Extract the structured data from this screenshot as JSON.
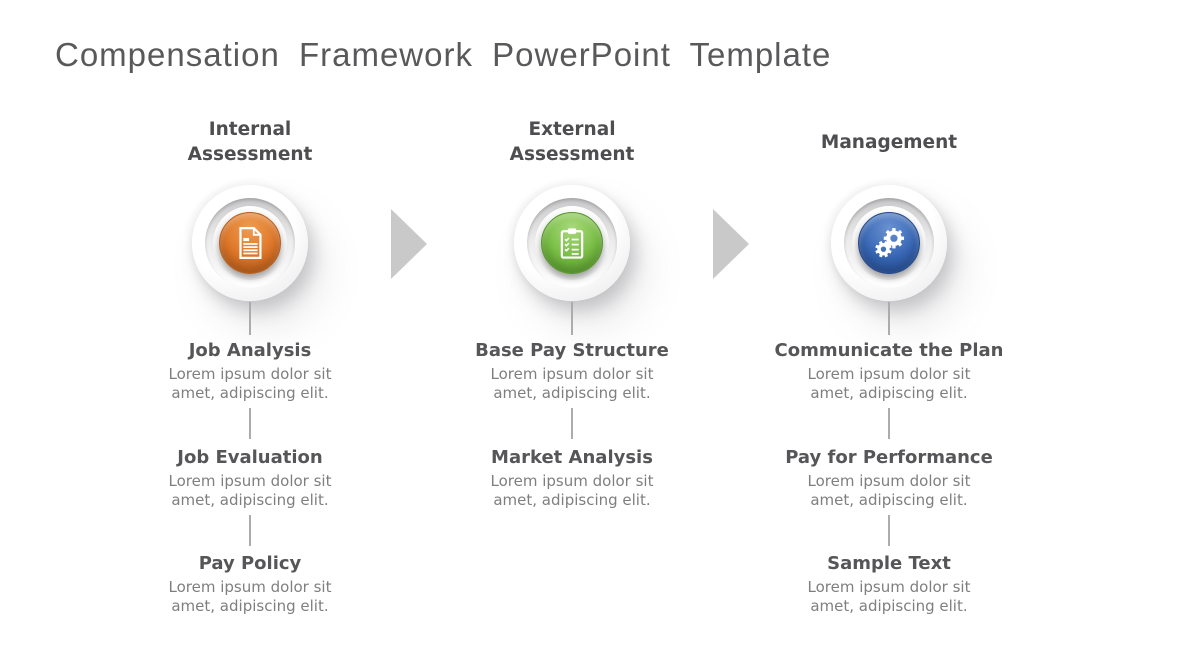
{
  "title": "Compensation Framework PowerPoint Template",
  "colors": {
    "accent_orange": "#dd7426",
    "accent_green": "#76bc42",
    "accent_blue": "#3665b3",
    "arrow_gray": "#c9c9ca",
    "heading_gray": "#565659",
    "body_gray": "#7f7f7f",
    "connector_gray": "#acacae"
  },
  "columns": [
    {
      "header": "Internal Assessment",
      "icon": "document-icon",
      "accent": "#dd7426",
      "items": [
        {
          "heading": "Job Analysis",
          "body": "Lorem ipsum dolor sit amet, adipiscing elit."
        },
        {
          "heading": "Job Evaluation",
          "body": "Lorem ipsum dolor sit amet, adipiscing elit."
        },
        {
          "heading": "Pay Policy",
          "body": "Lorem ipsum dolor sit amet, adipiscing elit."
        }
      ]
    },
    {
      "header": "External Assessment",
      "icon": "clipboard-icon",
      "accent": "#76bc42",
      "items": [
        {
          "heading": "Base Pay Structure",
          "body": "Lorem ipsum dolor sit amet, adipiscing elit."
        },
        {
          "heading": "Market Analysis",
          "body": "Lorem ipsum dolor sit amet, adipiscing elit."
        }
      ]
    },
    {
      "header": "Management",
      "icon": "gears-icon",
      "accent": "#3665b3",
      "items": [
        {
          "heading": "Communicate the Plan",
          "body": "Lorem ipsum dolor sit amet, adipiscing elit."
        },
        {
          "heading": "Pay for Performance",
          "body": "Lorem ipsum dolor sit amet, adipiscing elit."
        },
        {
          "heading": "Sample Text",
          "body": "Lorem ipsum dolor sit amet, adipiscing elit."
        }
      ]
    }
  ]
}
